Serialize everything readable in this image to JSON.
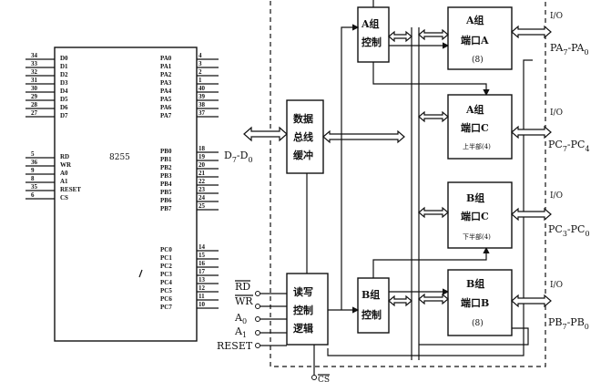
{
  "chip": {
    "name": "8255",
    "left_pins": [
      {
        "num": "34",
        "name": "D0"
      },
      {
        "num": "33",
        "name": "D1"
      },
      {
        "num": "32",
        "name": "D2"
      },
      {
        "num": "31",
        "name": "D3"
      },
      {
        "num": "30",
        "name": "D4"
      },
      {
        "num": "29",
        "name": "D5"
      },
      {
        "num": "28",
        "name": "D6"
      },
      {
        "num": "27",
        "name": "D7"
      },
      {
        "num": "5",
        "name": "RD"
      },
      {
        "num": "36",
        "name": "WR"
      },
      {
        "num": "9",
        "name": "A0"
      },
      {
        "num": "8",
        "name": "A1"
      },
      {
        "num": "35",
        "name": "RESET"
      },
      {
        "num": "6",
        "name": "CS"
      }
    ],
    "pa_pins": [
      {
        "num": "4",
        "name": "PA0"
      },
      {
        "num": "3",
        "name": "PA1"
      },
      {
        "num": "2",
        "name": "PA2"
      },
      {
        "num": "1",
        "name": "PA3"
      },
      {
        "num": "40",
        "name": "PA4"
      },
      {
        "num": "39",
        "name": "PA5"
      },
      {
        "num": "38",
        "name": "PA6"
      },
      {
        "num": "37",
        "name": "PA7"
      }
    ],
    "pb_pins": [
      {
        "num": "18",
        "name": "PB0"
      },
      {
        "num": "19",
        "name": "PB1"
      },
      {
        "num": "20",
        "name": "PB2"
      },
      {
        "num": "21",
        "name": "PB3"
      },
      {
        "num": "22",
        "name": "PB4"
      },
      {
        "num": "23",
        "name": "PB5"
      },
      {
        "num": "24",
        "name": "PB6"
      },
      {
        "num": "25",
        "name": "PB7"
      }
    ],
    "pc_pins": [
      {
        "num": "14",
        "name": "PC0"
      },
      {
        "num": "15",
        "name": "PC1"
      },
      {
        "num": "16",
        "name": "PC2"
      },
      {
        "num": "17",
        "name": "PC3"
      },
      {
        "num": "13",
        "name": "PC4"
      },
      {
        "num": "12",
        "name": "PC5"
      },
      {
        "num": "11",
        "name": "PC6"
      },
      {
        "num": "10",
        "name": "PC7"
      }
    ]
  },
  "blocks": {
    "group_a_control": {
      "line1": "A组",
      "line2": "控制"
    },
    "group_b_control": {
      "line1": "B组",
      "line2": "控制"
    },
    "data_buffer": {
      "line1": "数据",
      "line2": "总线",
      "line3": "缓冲"
    },
    "rw_logic": {
      "line1": "读写",
      "line2": "控制",
      "line3": "逻辑"
    },
    "port_a": {
      "line1": "A组",
      "line2": "端口A",
      "line3": "(8)"
    },
    "port_c_upper": {
      "line1": "A组",
      "line2": "端口C",
      "line3": "上半部(4)"
    },
    "port_c_lower": {
      "line1": "B组",
      "line2": "端口C",
      "line3": "下半部(4)"
    },
    "port_b": {
      "line1": "B组",
      "line2": "端口B",
      "line3": "(8)"
    }
  },
  "signals": {
    "data_bus": {
      "main": "D",
      "sub1": "7",
      "dash": "-D",
      "sub2": "0"
    },
    "rd": "RD",
    "wr": "WR",
    "a0": {
      "main": "A",
      "sub": "0"
    },
    "a1": {
      "main": "A",
      "sub": "1"
    },
    "reset": "RESET",
    "cs": "CS",
    "io": "I/O",
    "pa": {
      "p1": "PA",
      "s1": "7",
      "p2": "-PA",
      "s2": "0"
    },
    "pc_upper": {
      "p1": "PC",
      "s1": "7",
      "p2": "-PC",
      "s2": "4"
    },
    "pc_lower": {
      "p1": "PC",
      "s1": "3",
      "p2": "-PC",
      "s2": "0"
    },
    "pb": {
      "p1": "PB",
      "s1": "7",
      "p2": "-PB",
      "s2": "0"
    }
  }
}
